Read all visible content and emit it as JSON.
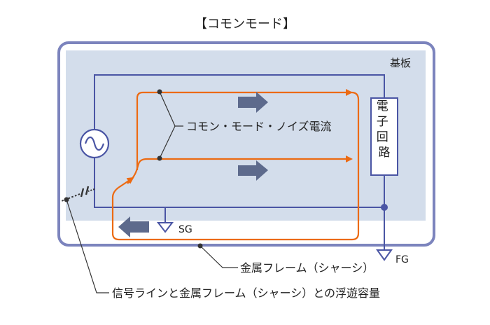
{
  "title": "【コモンモード】",
  "labels": {
    "board": "基板",
    "circuit": "電子回路",
    "noise_current": "コモン・モード・ノイズ電流",
    "sg": "SG",
    "fg": "FG",
    "frame": "金属フレーム（シャーシ）",
    "stray_capacitance": "信号ラインと金属フレーム（シャーシ）との浮遊容量"
  },
  "icons": {
    "source": "ac-source-icon",
    "ground": "ground-icon",
    "arrow": "flow-arrow-icon",
    "capacitor": "stray-capacitance-icon"
  },
  "colors": {
    "frame": "#7c84bd",
    "board": "#d3ddeb",
    "signal_line": "#4a55a4",
    "noise_current": "#ec6a12",
    "flow_arrow": "#5d6a8c",
    "leader": "#333333",
    "text": "#222222"
  }
}
